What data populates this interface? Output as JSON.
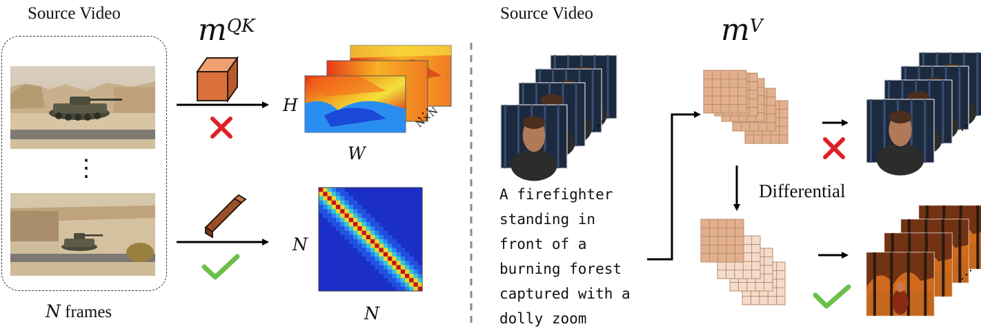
{
  "left": {
    "source_title": "Source Video",
    "frames_var": "N",
    "frames_word": "frames",
    "ellipsis": "⋮",
    "mqk_base": "m",
    "mqk_sup": "QK",
    "H": "H",
    "W": "W",
    "NxN": "N×N",
    "N_row": "N",
    "N_col": "N"
  },
  "right": {
    "source_title": "Source Video",
    "mv_base": "m",
    "mv_sup": "V",
    "differential": "Differential",
    "caption": "A firefighter\nstanding in\nfront of a\nburning forest\ncaptured with a\ndolly zoom"
  },
  "colors": {
    "cross": "#e01f26",
    "check": "#6cc04a",
    "cube_front": "#d9703c",
    "cube_top": "#eea070",
    "cube_side": "#b85a2a",
    "grid_dark": "#e2b08e",
    "grid_light": "#f3dccb"
  }
}
